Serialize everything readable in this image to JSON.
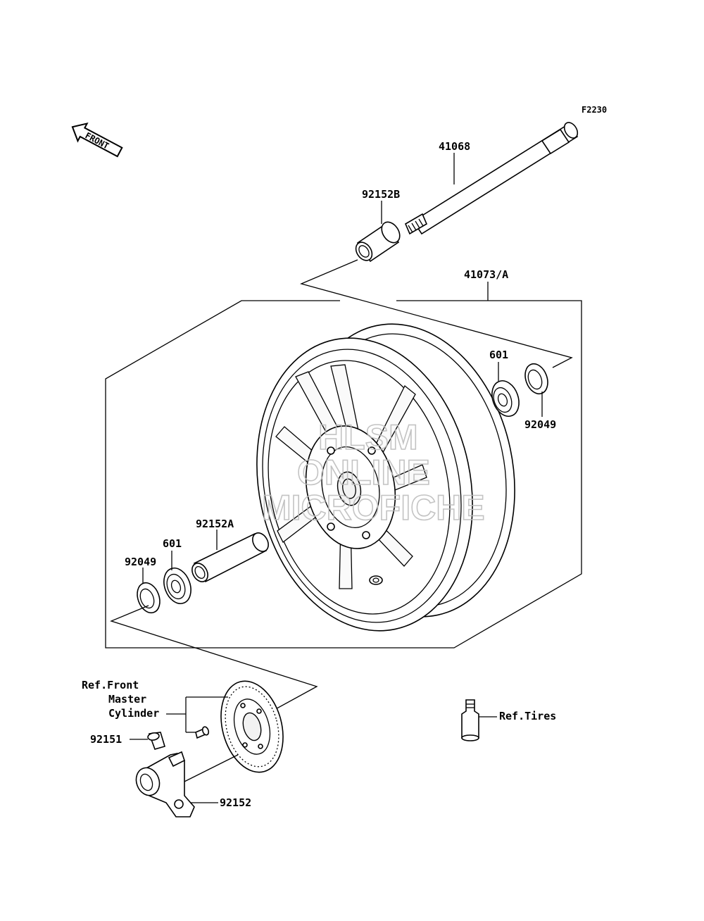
{
  "figure_code": "F2230",
  "front_arrow_label": "FRONT",
  "parts": {
    "axle": "41068",
    "collar_b": "92152B",
    "wheel_assembly": "41073/A",
    "bearing_right": "601",
    "seal_right": "92049",
    "collar_a": "92152A",
    "bearing_left": "601",
    "seal_left": "92049",
    "bolt": "92151",
    "collar_sensor": "92152"
  },
  "references": {
    "master_cylinder": [
      "Ref.Front",
      "Master",
      "Cylinder"
    ],
    "tires": "Ref.Tires"
  },
  "watermark": [
    "HLSM",
    "ONLINE",
    "MICROFICHE"
  ]
}
